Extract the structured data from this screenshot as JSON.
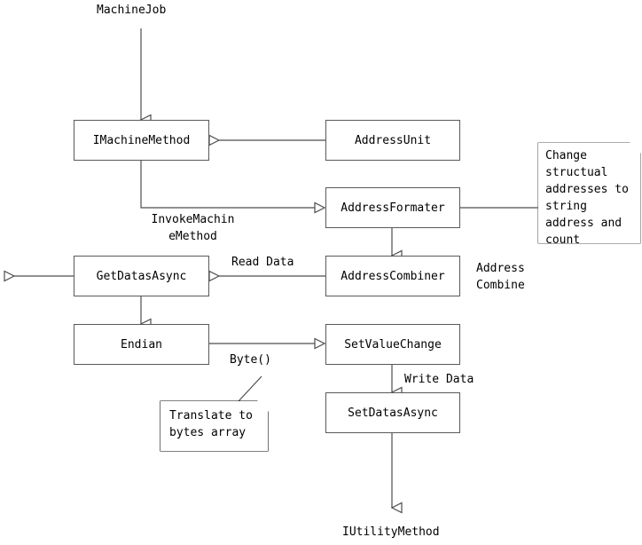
{
  "diagram": {
    "title": "Machine job data flow diagram",
    "stroke_color": "#595959",
    "line_color": "#4d4d4d",
    "text_color": "#000000",
    "background": "#ffffff",
    "boxes": [
      {
        "id": "imachinemethod",
        "label": "IMachineMethod"
      },
      {
        "id": "addressunit",
        "label": "AddressUnit"
      },
      {
        "id": "addressformater",
        "label": "AddressFormater"
      },
      {
        "id": "getdatasasync",
        "label": "GetDatasAsync"
      },
      {
        "id": "addresscombiner",
        "label": "AddressCombiner"
      },
      {
        "id": "endian",
        "label": "Endian"
      },
      {
        "id": "setvaluechange",
        "label": "SetValueChange"
      },
      {
        "id": "setdatasasync",
        "label": "SetDatasAsync"
      }
    ],
    "notes": [
      {
        "id": "note-address",
        "text": "Change\nstructual\naddresses to\nstring\naddress and\ncount"
      },
      {
        "id": "note-translate",
        "text": "Translate to\nbytes array"
      }
    ],
    "labels": [
      {
        "id": "machinejob",
        "text": "MachineJob"
      },
      {
        "id": "invokemachinemethod",
        "text": "InvokeMachin\neMethod"
      },
      {
        "id": "readdata",
        "text": "Read Data"
      },
      {
        "id": "addresscombine",
        "text": "Address\nCombine"
      },
      {
        "id": "byte",
        "text": "Byte()"
      },
      {
        "id": "writedata",
        "text": "Write Data"
      },
      {
        "id": "iutilitymethod",
        "text": "IUtilityMethod"
      }
    ]
  }
}
